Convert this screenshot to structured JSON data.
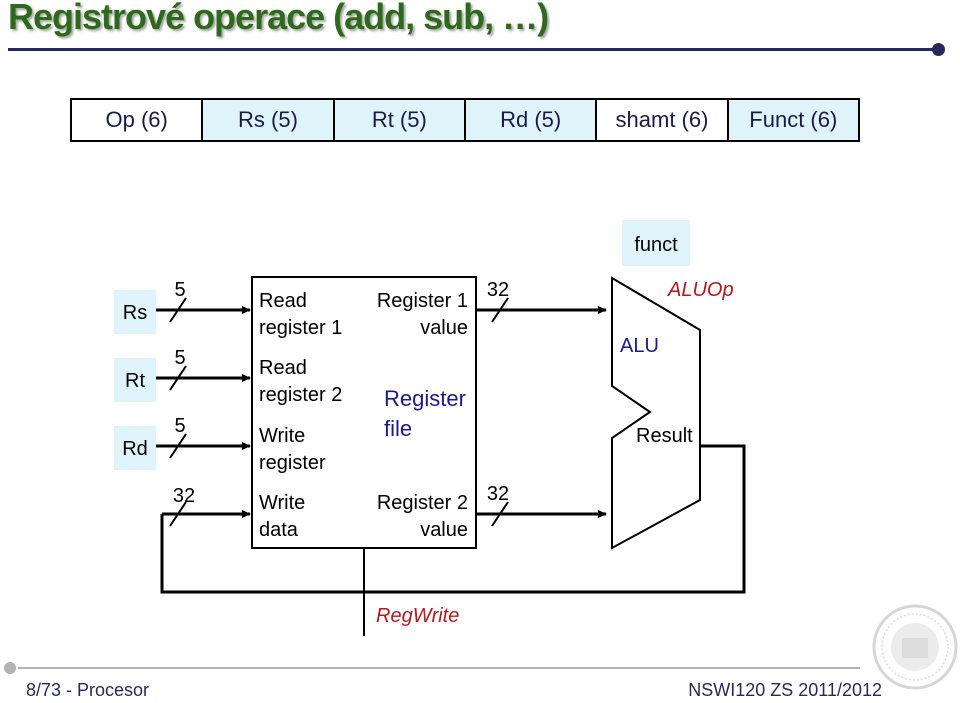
{
  "title": "Registrové operace (add, sub, …)",
  "instruction_fields": [
    {
      "label": "Op (6)",
      "active": false
    },
    {
      "label": "Rs (5)",
      "active": true
    },
    {
      "label": "Rt (5)",
      "active": true
    },
    {
      "label": "Rd (5)",
      "active": true
    },
    {
      "label": "shamt (6)",
      "active": false
    },
    {
      "label": "Funct (6)",
      "active": true
    }
  ],
  "inputs": {
    "rs": "Rs",
    "rt": "Rt",
    "rd": "Rd"
  },
  "bit_widths": {
    "rs": "5",
    "rt": "5",
    "rd": "5",
    "write_data": "32",
    "out1": "32",
    "out2": "32"
  },
  "register_file": {
    "read_reg1": [
      "Read",
      "register 1"
    ],
    "read_reg2": [
      "Read",
      "register 2"
    ],
    "write_reg": [
      "Write",
      "register"
    ],
    "write_data": [
      "Write",
      "data"
    ],
    "out1": [
      "Register 1",
      "value"
    ],
    "out2": [
      "Register 2",
      "value"
    ],
    "name": [
      "Register",
      "file"
    ]
  },
  "control": {
    "funct": "funct",
    "aluop": "ALUOp",
    "regwrite": "RegWrite"
  },
  "alu": {
    "name": "ALU",
    "result": "Result"
  },
  "footer": {
    "left": "8/73 - Procesor",
    "right": "NSWI120 ZS 2011/2012"
  },
  "colors": {
    "title": "#2f6a1c",
    "accent_blue": "#1a1a8c",
    "control_red": "#b3191e",
    "highlight": "#dff3fb",
    "rule": "#27295e"
  }
}
